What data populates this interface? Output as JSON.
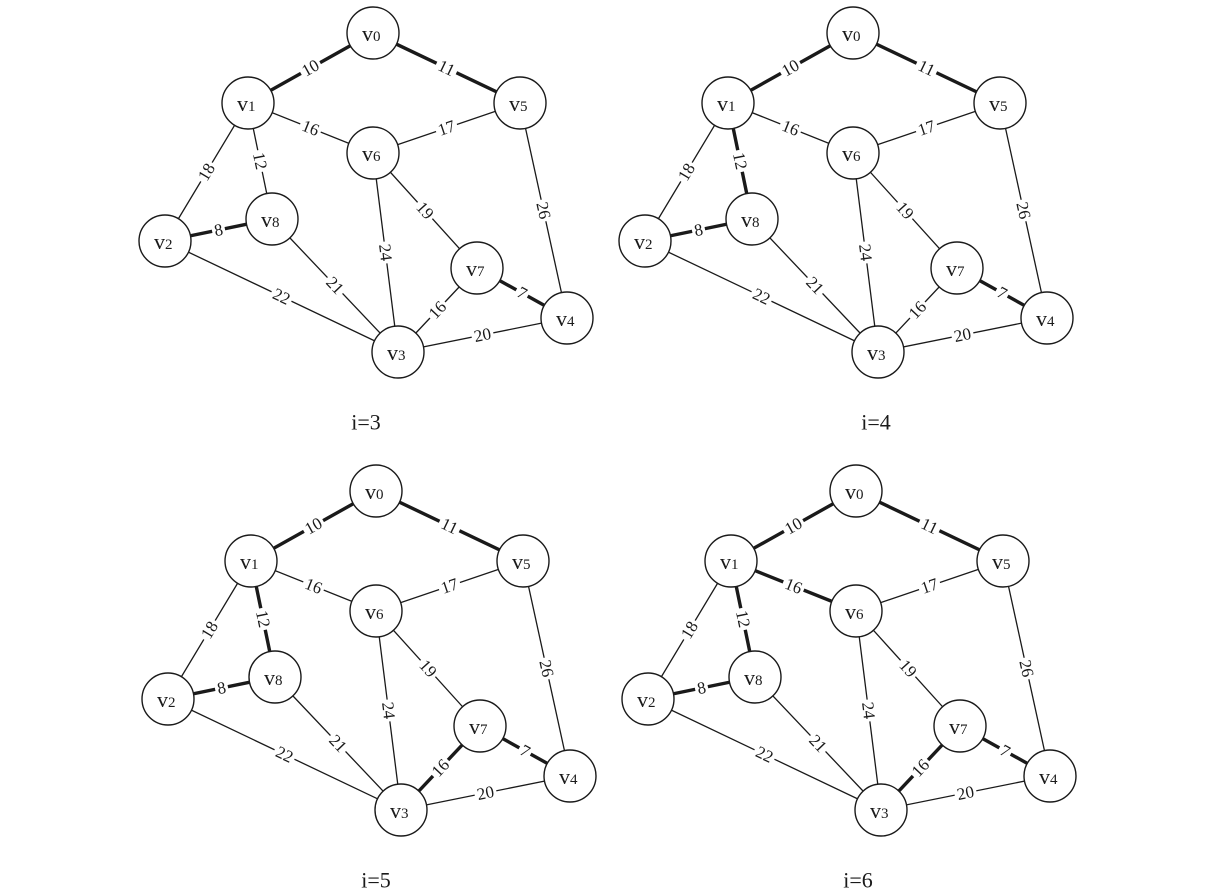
{
  "nodes": [
    {
      "id": "v0",
      "main": "v",
      "sub": "0"
    },
    {
      "id": "v1",
      "main": "v",
      "sub": "1"
    },
    {
      "id": "v2",
      "main": "v",
      "sub": "2"
    },
    {
      "id": "v3",
      "main": "v",
      "sub": "3"
    },
    {
      "id": "v4",
      "main": "v",
      "sub": "4"
    },
    {
      "id": "v5",
      "main": "v",
      "sub": "5"
    },
    {
      "id": "v6",
      "main": "v",
      "sub": "6"
    },
    {
      "id": "v7",
      "main": "v",
      "sub": "7"
    },
    {
      "id": "v8",
      "main": "v",
      "sub": "8"
    }
  ],
  "edges": [
    {
      "from": "v0",
      "to": "v1",
      "weight": "10"
    },
    {
      "from": "v0",
      "to": "v5",
      "weight": "11"
    },
    {
      "from": "v1",
      "to": "v6",
      "weight": "16"
    },
    {
      "from": "v5",
      "to": "v6",
      "weight": "17"
    },
    {
      "from": "v1",
      "to": "v2",
      "weight": "18"
    },
    {
      "from": "v1",
      "to": "v8",
      "weight": "12"
    },
    {
      "from": "v2",
      "to": "v8",
      "weight": "8"
    },
    {
      "from": "v6",
      "to": "v3",
      "weight": "24"
    },
    {
      "from": "v6",
      "to": "v7",
      "weight": "19"
    },
    {
      "from": "v5",
      "to": "v4",
      "weight": "26"
    },
    {
      "from": "v8",
      "to": "v3",
      "weight": "21"
    },
    {
      "from": "v2",
      "to": "v3",
      "weight": "22"
    },
    {
      "from": "v7",
      "to": "v3",
      "weight": "16"
    },
    {
      "from": "v7",
      "to": "v4",
      "weight": "7"
    },
    {
      "from": "v3",
      "to": "v4",
      "weight": "20"
    }
  ],
  "panels": [
    {
      "caption": "i=3",
      "bold_edges": [
        [
          0,
          1
        ],
        [
          0,
          5
        ],
        [
          2,
          8
        ],
        [
          7,
          4
        ]
      ]
    },
    {
      "caption": "i=4",
      "bold_edges": [
        [
          0,
          1
        ],
        [
          0,
          5
        ],
        [
          2,
          8
        ],
        [
          7,
          4
        ],
        [
          1,
          8
        ]
      ]
    },
    {
      "caption": "i=5",
      "bold_edges": [
        [
          0,
          1
        ],
        [
          0,
          5
        ],
        [
          2,
          8
        ],
        [
          7,
          4
        ],
        [
          1,
          8
        ],
        [
          7,
          3
        ]
      ]
    },
    {
      "caption": "i=6",
      "bold_edges": [
        [
          0,
          1
        ],
        [
          0,
          5
        ],
        [
          2,
          8
        ],
        [
          7,
          4
        ],
        [
          1,
          8
        ],
        [
          7,
          3
        ],
        [
          1,
          6
        ]
      ]
    }
  ]
}
